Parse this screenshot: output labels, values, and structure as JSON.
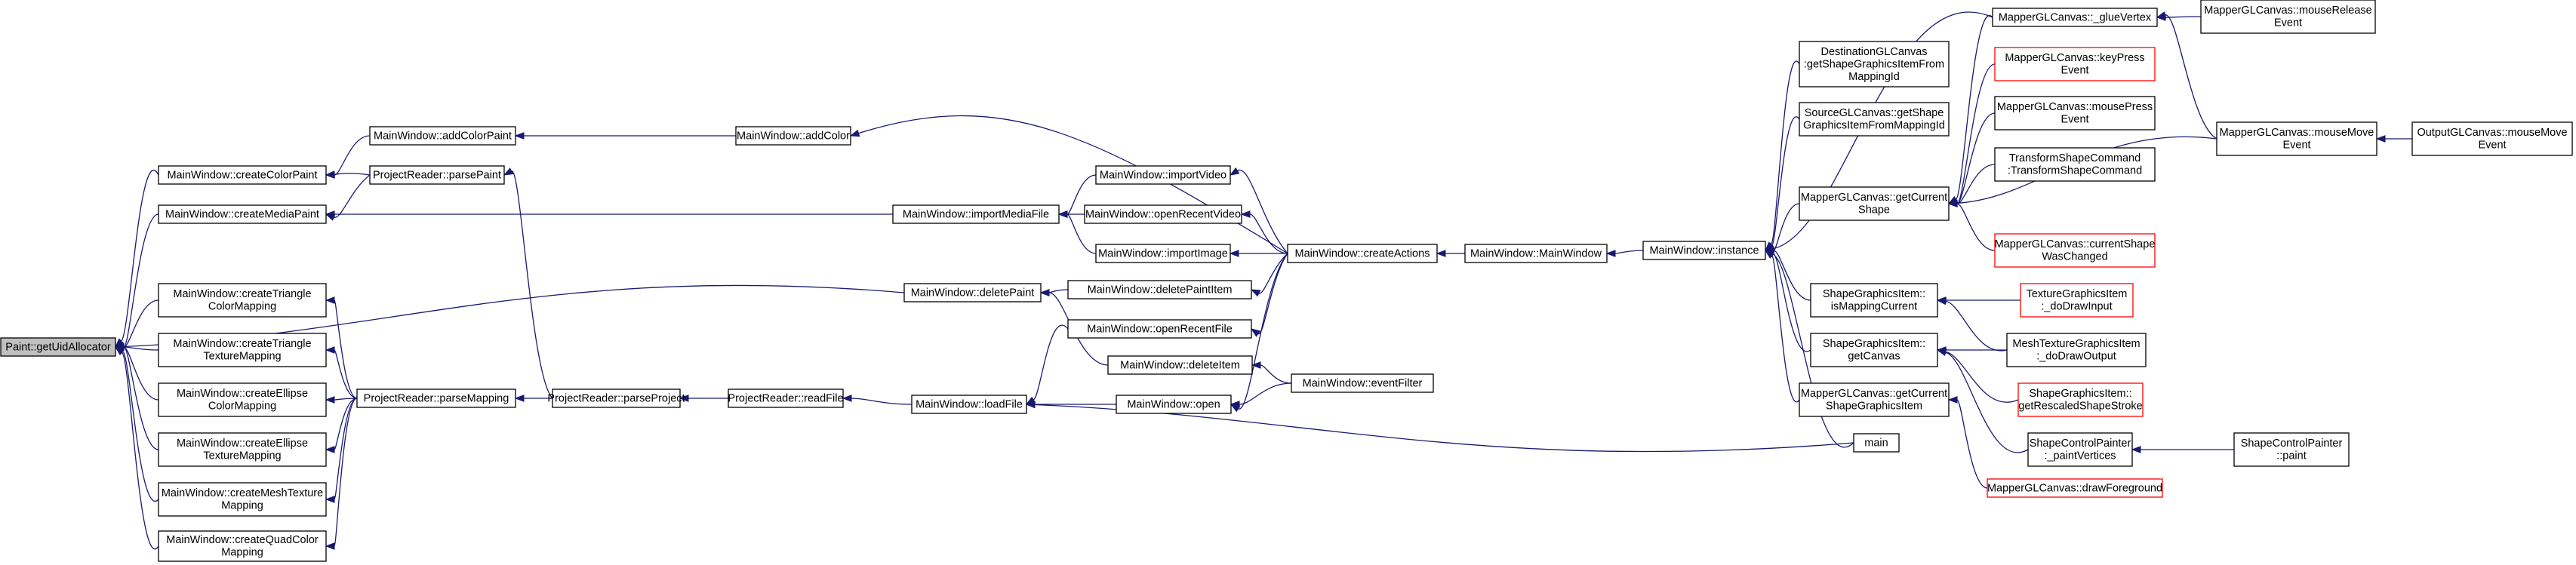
{
  "diagram": {
    "colors": {
      "edge": "#191970",
      "root_fill": "#c0c0c0",
      "missing_border": "#ff0000",
      "border": "#000000"
    },
    "nodes": [
      {
        "id": "getUid",
        "lines": [
          "Paint::getUidAllocator"
        ],
        "root": true
      },
      {
        "id": "createColorPaint",
        "lines": [
          "MainWindow::createColorPaint"
        ]
      },
      {
        "id": "createMediaPaint",
        "lines": [
          "MainWindow::createMediaPaint"
        ]
      },
      {
        "id": "createTriColor",
        "lines": [
          "MainWindow::createTriangle",
          "ColorMapping"
        ]
      },
      {
        "id": "createTriTex",
        "lines": [
          "MainWindow::createTriangle",
          "TextureMapping"
        ]
      },
      {
        "id": "createEllColor",
        "lines": [
          "MainWindow::createEllipse",
          "ColorMapping"
        ]
      },
      {
        "id": "createEllTex",
        "lines": [
          "MainWindow::createEllipse",
          "TextureMapping"
        ]
      },
      {
        "id": "createMeshTex",
        "lines": [
          "MainWindow::createMeshTexture",
          "Mapping"
        ]
      },
      {
        "id": "createQuadColor",
        "lines": [
          "MainWindow::createQuadColor",
          "Mapping"
        ]
      },
      {
        "id": "addColorPaint",
        "lines": [
          "MainWindow::addColorPaint"
        ]
      },
      {
        "id": "parsePaint",
        "lines": [
          "ProjectReader::parsePaint"
        ]
      },
      {
        "id": "parseMapping",
        "lines": [
          "ProjectReader::parseMapping"
        ]
      },
      {
        "id": "parseProject",
        "lines": [
          "ProjectReader::parseProject"
        ]
      },
      {
        "id": "readFile",
        "lines": [
          "ProjectReader::readFile"
        ]
      },
      {
        "id": "addColor",
        "lines": [
          "MainWindow::addColor"
        ]
      },
      {
        "id": "importMediaFile",
        "lines": [
          "MainWindow::importMediaFile"
        ]
      },
      {
        "id": "deletePaint",
        "lines": [
          "MainWindow::deletePaint"
        ]
      },
      {
        "id": "loadFile",
        "lines": [
          "MainWindow::loadFile"
        ]
      },
      {
        "id": "importVideo",
        "lines": [
          "MainWindow::importVideo"
        ]
      },
      {
        "id": "openRecentVideo",
        "lines": [
          "MainWindow::openRecentVideo"
        ]
      },
      {
        "id": "importImage",
        "lines": [
          "MainWindow::importImage"
        ]
      },
      {
        "id": "deletePaintItem",
        "lines": [
          "MainWindow::deletePaintItem"
        ]
      },
      {
        "id": "openRecentFile",
        "lines": [
          "MainWindow::openRecentFile"
        ]
      },
      {
        "id": "deleteItem",
        "lines": [
          "MainWindow::deleteItem"
        ]
      },
      {
        "id": "open",
        "lines": [
          "MainWindow::open"
        ]
      },
      {
        "id": "createActions",
        "lines": [
          "MainWindow::createActions"
        ]
      },
      {
        "id": "eventFilter",
        "lines": [
          "MainWindow::eventFilter"
        ]
      },
      {
        "id": "mwCtor",
        "lines": [
          "MainWindow::MainWindow"
        ]
      },
      {
        "id": "instance",
        "lines": [
          "MainWindow::instance"
        ]
      },
      {
        "id": "main",
        "lines": [
          "main"
        ]
      },
      {
        "id": "destGetShape",
        "lines": [
          "DestinationGLCanvas",
          ":getShapeGraphicsItemFrom",
          "MappingId"
        ]
      },
      {
        "id": "srcGetShape",
        "lines": [
          "SourceGLCanvas::getShape",
          "GraphicsItemFromMappingId"
        ]
      },
      {
        "id": "getCurrentShape",
        "lines": [
          "MapperGLCanvas::getCurrent",
          "Shape"
        ]
      },
      {
        "id": "isMappingCurrent",
        "lines": [
          "ShapeGraphicsItem::",
          "isMappingCurrent"
        ]
      },
      {
        "id": "getCanvas",
        "lines": [
          "ShapeGraphicsItem::",
          "getCanvas"
        ]
      },
      {
        "id": "getCurrentSGI",
        "lines": [
          "MapperGLCanvas::getCurrent",
          "ShapeGraphicsItem"
        ]
      },
      {
        "id": "glueVertex",
        "lines": [
          "MapperGLCanvas::_glueVertex"
        ]
      },
      {
        "id": "keyPress",
        "lines": [
          "MapperGLCanvas::keyPress",
          "Event"
        ],
        "missing": true
      },
      {
        "id": "mousePress",
        "lines": [
          "MapperGLCanvas::mousePress",
          "Event"
        ]
      },
      {
        "id": "transformCmd",
        "lines": [
          "TransformShapeCommand",
          ":TransformShapeCommand"
        ]
      },
      {
        "id": "currentShapeChanged",
        "lines": [
          "MapperGLCanvas::currentShape",
          "WasChanged"
        ],
        "missing": true
      },
      {
        "id": "texDrawInput",
        "lines": [
          "TextureGraphicsItem",
          ":_doDrawInput"
        ],
        "missing": true
      },
      {
        "id": "meshDrawOutput",
        "lines": [
          "MeshTextureGraphicsItem",
          ":_doDrawOutput"
        ]
      },
      {
        "id": "rescaledStroke",
        "lines": [
          "ShapeGraphicsItem::",
          "getRescaledShapeStroke"
        ],
        "missing": true
      },
      {
        "id": "paintVertices",
        "lines": [
          "ShapeControlPainter",
          ":_paintVertices"
        ]
      },
      {
        "id": "drawForeground",
        "lines": [
          "MapperGLCanvas::drawForeground"
        ],
        "missing": true
      },
      {
        "id": "mouseRelease",
        "lines": [
          "MapperGLCanvas::mouseRelease",
          "Event"
        ]
      },
      {
        "id": "mouseMove",
        "lines": [
          "MapperGLCanvas::mouseMove",
          "Event"
        ]
      },
      {
        "id": "outMouseMove",
        "lines": [
          "OutputGLCanvas::mouseMove",
          "Event"
        ]
      },
      {
        "id": "scpPaint",
        "lines": [
          "ShapeControlPainter",
          "::paint"
        ]
      }
    ],
    "edges": [
      [
        "createColorPaint",
        "getUid"
      ],
      [
        "createMediaPaint",
        "getUid"
      ],
      [
        "deletePaint",
        "getUid"
      ],
      [
        "createTriColor",
        "getUid"
      ],
      [
        "createTriTex",
        "getUid"
      ],
      [
        "createEllColor",
        "getUid"
      ],
      [
        "createEllTex",
        "getUid"
      ],
      [
        "createMeshTex",
        "getUid"
      ],
      [
        "createQuadColor",
        "getUid"
      ],
      [
        "addColorPaint",
        "createColorPaint"
      ],
      [
        "parsePaint",
        "createColorPaint"
      ],
      [
        "parsePaint",
        "createMediaPaint"
      ],
      [
        "importMediaFile",
        "createMediaPaint"
      ],
      [
        "addColor",
        "addColorPaint"
      ],
      [
        "parseMapping",
        "createTriColor"
      ],
      [
        "parseMapping",
        "createTriTex"
      ],
      [
        "parseMapping",
        "createEllColor"
      ],
      [
        "parseMapping",
        "createEllTex"
      ],
      [
        "parseMapping",
        "createMeshTex"
      ],
      [
        "parseMapping",
        "createQuadColor"
      ],
      [
        "parseProject",
        "parsePaint"
      ],
      [
        "parseProject",
        "parseMapping"
      ],
      [
        "readFile",
        "parseProject"
      ],
      [
        "loadFile",
        "readFile"
      ],
      [
        "importVideo",
        "importMediaFile"
      ],
      [
        "openRecentVideo",
        "importMediaFile"
      ],
      [
        "importImage",
        "importMediaFile"
      ],
      [
        "deletePaintItem",
        "deletePaint"
      ],
      [
        "deleteItem",
        "deletePaint"
      ],
      [
        "openRecentFile",
        "loadFile"
      ],
      [
        "open",
        "loadFile"
      ],
      [
        "main",
        "loadFile"
      ],
      [
        "createActions",
        "addColor"
      ],
      [
        "createActions",
        "importVideo"
      ],
      [
        "createActions",
        "openRecentVideo"
      ],
      [
        "createActions",
        "importImage"
      ],
      [
        "createActions",
        "deletePaintItem"
      ],
      [
        "createActions",
        "openRecentFile"
      ],
      [
        "createActions",
        "open"
      ],
      [
        "eventFilter",
        "deleteItem"
      ],
      [
        "eventFilter",
        "open"
      ],
      [
        "mwCtor",
        "createActions"
      ],
      [
        "instance",
        "mwCtor"
      ],
      [
        "destGetShape",
        "instance"
      ],
      [
        "srcGetShape",
        "instance"
      ],
      [
        "getCurrentShape",
        "instance"
      ],
      [
        "isMappingCurrent",
        "instance"
      ],
      [
        "getCanvas",
        "instance"
      ],
      [
        "getCurrentSGI",
        "instance"
      ],
      [
        "main",
        "instance"
      ],
      [
        "glueVertex",
        "instance"
      ],
      [
        "glueVertex",
        "getCurrentShape"
      ],
      [
        "keyPress",
        "getCurrentShape"
      ],
      [
        "mousePress",
        "getCurrentShape"
      ],
      [
        "transformCmd",
        "getCurrentShape"
      ],
      [
        "currentShapeChanged",
        "getCurrentShape"
      ],
      [
        "mouseMove",
        "getCurrentShape"
      ],
      [
        "texDrawInput",
        "isMappingCurrent"
      ],
      [
        "meshDrawOutput",
        "isMappingCurrent"
      ],
      [
        "meshDrawOutput",
        "getCanvas"
      ],
      [
        "rescaledStroke",
        "getCanvas"
      ],
      [
        "paintVertices",
        "getCanvas"
      ],
      [
        "drawForeground",
        "getCurrentSGI"
      ],
      [
        "scpPaint",
        "paintVertices"
      ],
      [
        "mouseRelease",
        "glueVertex"
      ],
      [
        "mouseMove",
        "glueVertex"
      ],
      [
        "outMouseMove",
        "mouseMove"
      ]
    ]
  }
}
